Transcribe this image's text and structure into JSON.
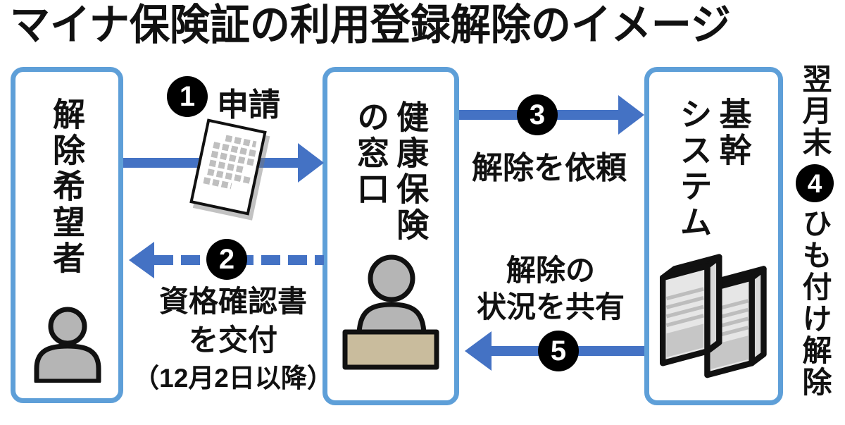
{
  "title": "マイナ保険証の利用登録解除のイメージ",
  "colors": {
    "box_border": "#5E9FD8",
    "arrow_blue": "#4472C4",
    "badge_bg": "#000000",
    "badge_fg": "#FFFFFF",
    "text": "#111111",
    "person_gray": "#B5B5B5",
    "desk_tan": "#C9BC9D",
    "server_front": "#E6E6E6",
    "server_top": "#F4F4F4",
    "server_side": "#D8D8D8"
  },
  "boxes": {
    "applicant": {
      "label": "解除希望者",
      "label_wrapped": "解除希望者",
      "icon": "person-icon"
    },
    "counter": {
      "label": "健康保険の窓口",
      "label_wrapped": "健康保険\nの窓口",
      "icon": "receptionist-icon"
    },
    "system": {
      "label": "基幹システム",
      "label_wrapped": "基幹\nシステム",
      "icon": "server-icon"
    }
  },
  "steps": {
    "s1": {
      "number": "1",
      "label": "申請",
      "arrow": "solid-right",
      "from": "解除希望者",
      "to": "健康保険の窓口"
    },
    "s2": {
      "number": "2",
      "line1": "資格確認書",
      "line2": "を交付",
      "note": "（12月2日以降）",
      "arrow": "dashed-left",
      "from": "健康保険の窓口",
      "to": "解除希望者"
    },
    "s3": {
      "number": "3",
      "label": "解除を依頼",
      "arrow": "solid-right",
      "from": "健康保険の窓口",
      "to": "基幹システム"
    },
    "s4": {
      "number": "4",
      "prefix": "翌月末",
      "label": "ひも付け解除",
      "from": "基幹システム"
    },
    "s5": {
      "number": "5",
      "line1": "解除の",
      "line2": "状況を共有",
      "arrow": "solid-left",
      "from": "基幹システム",
      "to": "健康保険の窓口"
    }
  }
}
